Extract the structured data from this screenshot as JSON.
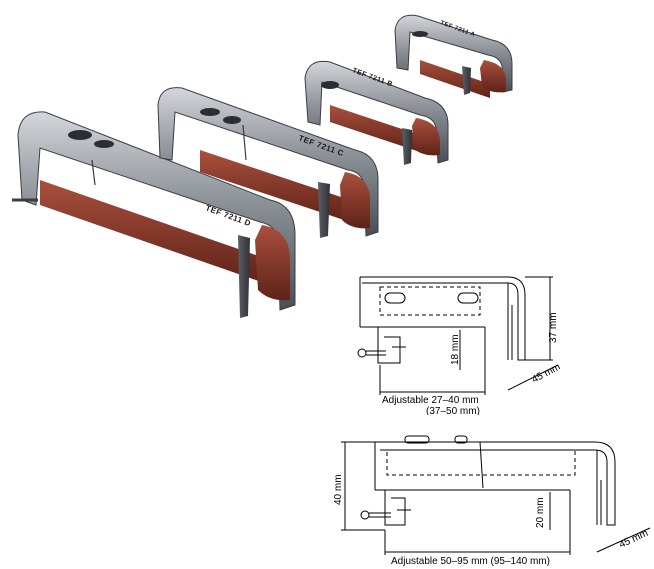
{
  "products": [
    {
      "model_label": "TEF 7211 D"
    },
    {
      "model_label": "TEF 7211 C"
    },
    {
      "model_label": "TEF 7211 B"
    },
    {
      "model_label": "TEF 7211 A"
    }
  ],
  "drawing_small": {
    "height": "37 mm",
    "depth": "45 mm",
    "clamp_height": "18 mm",
    "adjustable_line1": "Adjustable 27–40 mm",
    "adjustable_line2": "(37–50 mm)"
  },
  "drawing_large": {
    "height": "40 mm",
    "depth": "45 mm",
    "clamp_height": "20 mm",
    "adjustable": "Adjustable 50–95 mm (95–140 mm)"
  },
  "colors": {
    "metal": "#7a7f86",
    "metal_light": "#c3c7cc",
    "rubber": "#8b3a2c"
  }
}
